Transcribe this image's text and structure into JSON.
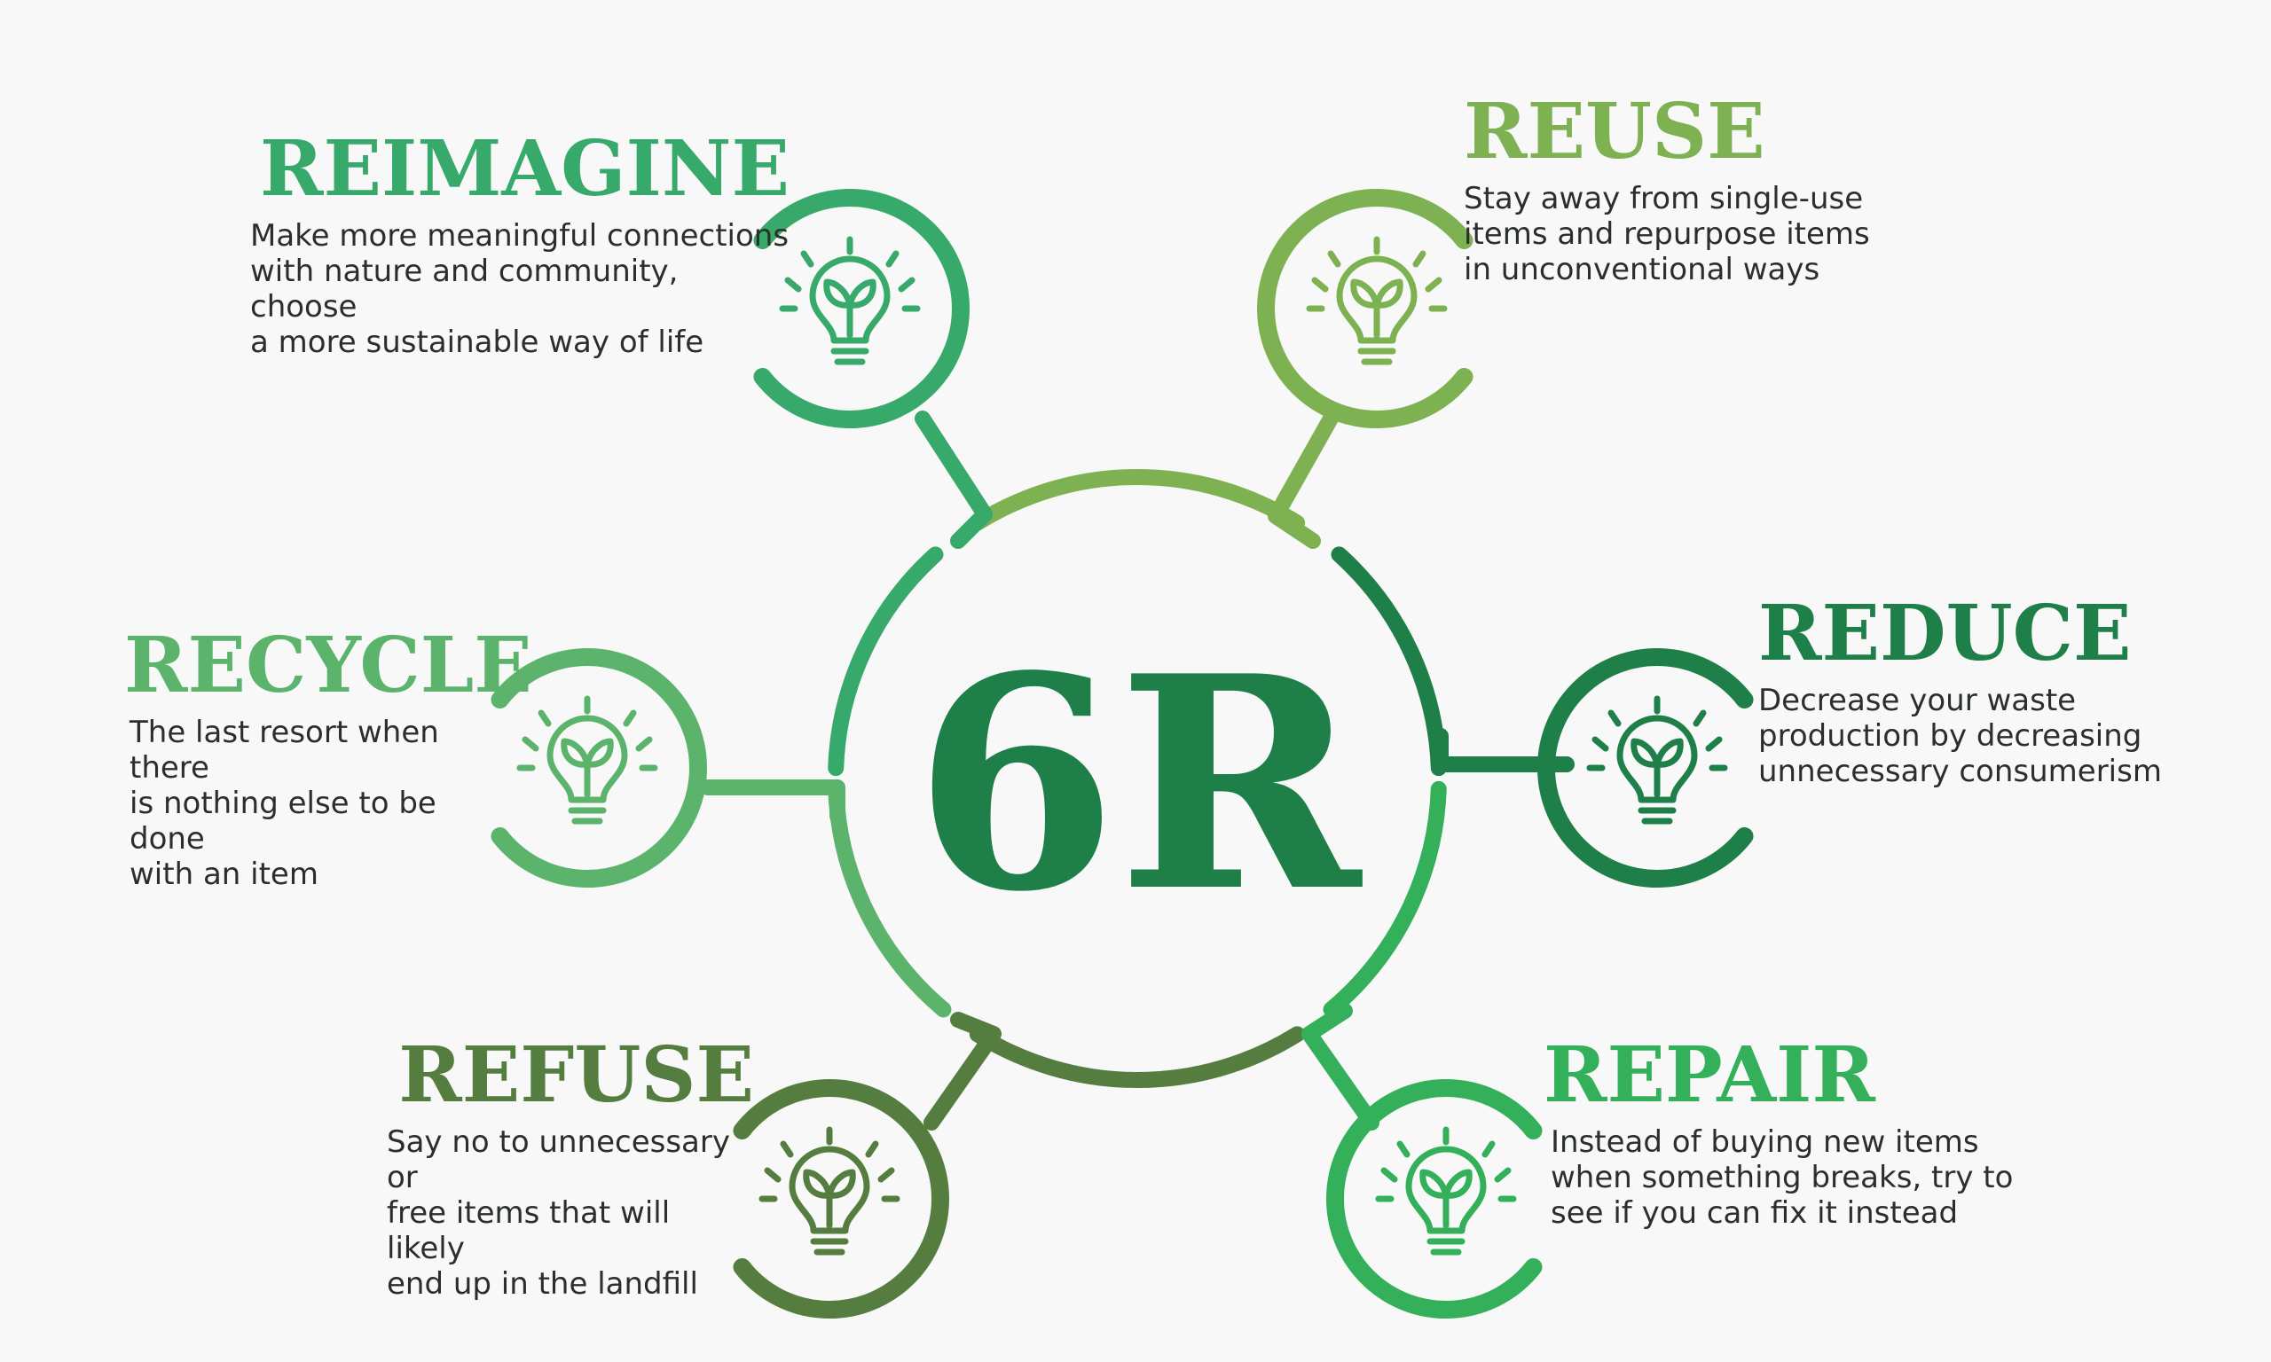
{
  "center": {
    "label": "6R",
    "color": "#1e8048"
  },
  "icon_name": "lightbulb-leaf-icon",
  "items": [
    {
      "key": "reimagine",
      "title": "REIMAGINE",
      "color": "#37a96a",
      "desc": "Make more meaningful connections\nwith nature and community, choose\na more sustainable way of life"
    },
    {
      "key": "reuse",
      "title": "REUSE",
      "color": "#7eb152",
      "desc": "Stay away from single-use\nitems and repurpose items\nin unconventional ways"
    },
    {
      "key": "recycle",
      "title": "RECYCLE",
      "color": "#5bb36c",
      "desc": "The last resort when there\nis nothing else to be done\nwith an item"
    },
    {
      "key": "reduce",
      "title": "REDUCE",
      "color": "#1f7f49",
      "desc": "Decrease your waste\nproduction by decreasing\nunnecessary consumerism"
    },
    {
      "key": "refuse",
      "title": "REFUSE",
      "color": "#557d3f",
      "desc": "Say no to unnecessary or\nfree items that will likely\nend up in the landfill"
    },
    {
      "key": "repair",
      "title": "REPAIR",
      "color": "#34b05b",
      "desc": "Instead of buying new items\nwhen something breaks, try to\nsee if you can fix it instead"
    }
  ]
}
